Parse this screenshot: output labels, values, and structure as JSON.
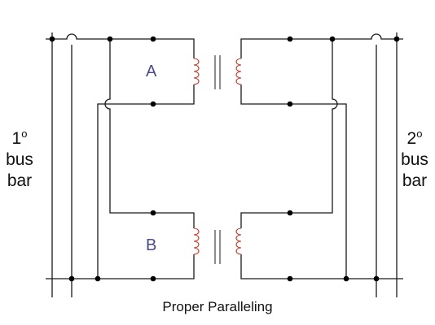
{
  "primary_bus": {
    "number": "1",
    "degree": "o",
    "line1": "bus",
    "line2": "bar"
  },
  "secondary_bus": {
    "number": "2",
    "degree": "o",
    "line1": "bus",
    "line2": "bar"
  },
  "transformers": [
    {
      "label": "A"
    },
    {
      "label": "B"
    }
  ],
  "caption": "Proper Paralleling",
  "colors": {
    "wire": "#1a1a1a",
    "coil": "#c0392b",
    "label": "#4a4a8a"
  }
}
